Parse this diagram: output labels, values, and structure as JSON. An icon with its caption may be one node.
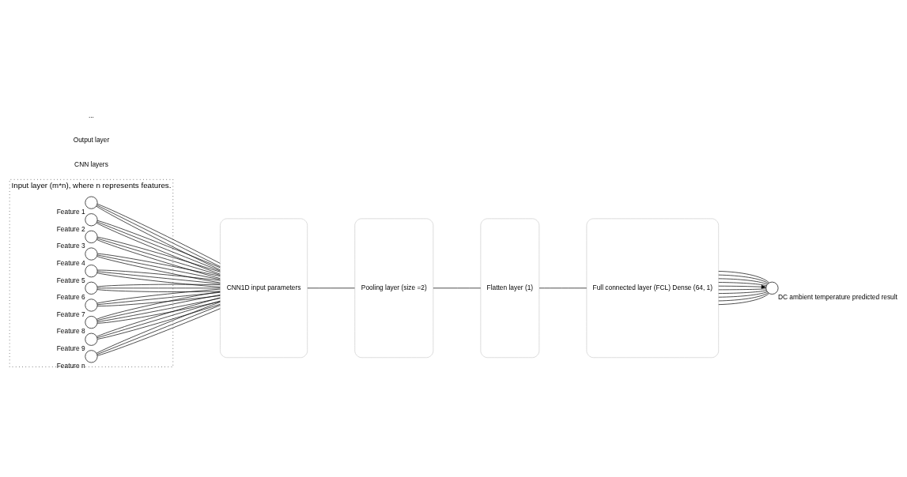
{
  "diagram": {
    "nodes": [
      {
        "text": [
          "Input layer (m*n), where n represents features."
        ]
      },
      {
        "text": [],
        "shape": "circle",
        "in": 0,
        "beside": [
          "Feature 1"
        ]
      },
      {
        "text": [],
        "shape": "circle",
        "in": 0,
        "beside": [
          "Feature 2"
        ]
      },
      {
        "text": [],
        "shape": "circle",
        "in": 0,
        "beside": [
          "Feature 3"
        ]
      },
      {
        "text": [],
        "shape": "circle",
        "in": 0,
        "beside": [
          "Feature 4"
        ]
      },
      {
        "text": [],
        "shape": "circle",
        "in": 0,
        "beside": [
          "Feature 5"
        ]
      },
      {
        "text": [],
        "shape": "circle",
        "in": 0,
        "beside": [
          "Feature 6"
        ]
      },
      {
        "text": [],
        "shape": "circle",
        "in": 0,
        "beside": [
          "Feature 7"
        ]
      },
      {
        "text": [],
        "shape": "circle",
        "in": 0,
        "beside": [
          "Feature 8"
        ]
      },
      {
        "text": [],
        "shape": "circle",
        "in": 0,
        "beside": [
          "Feature 9"
        ]
      },
      {
        "text": [],
        "shape": "circle",
        "in": 0,
        "beside": [
          "Feature n"
        ]
      },
      {
        "text": [
          "CNN1D input parameters"
        ]
      },
      {
        "text": [
          "Pooling layer (size =2)"
        ]
      },
      {
        "text": [
          "Flatten layer (1)"
        ]
      },
      {
        "text": [
          "Full connected layer (FCL) Dense (64, 1)"
        ]
      },
      {
        "text": [],
        "shape": "circle",
        "beside": [
          "DC ambient temperature predicted result"
        ]
      }
    ],
    "edges": [
      {
        "from": 1,
        "to": 11,
        "arrow": "none"
      },
      {
        "from": 1,
        "to": 11,
        "arrow": "none"
      },
      {
        "from": 1,
        "to": 11,
        "arrow": "none"
      },
      {
        "from": 2,
        "to": 11,
        "arrow": "none"
      },
      {
        "from": 2,
        "to": 11,
        "arrow": "none"
      },
      {
        "from": 2,
        "to": 11,
        "arrow": "none"
      },
      {
        "from": 3,
        "to": 11,
        "arrow": "none"
      },
      {
        "from": 3,
        "to": 11,
        "arrow": "none"
      },
      {
        "from": 3,
        "to": 11,
        "arrow": "none"
      },
      {
        "from": 4,
        "to": 11,
        "arrow": "none"
      },
      {
        "from": 4,
        "to": 11,
        "arrow": "none"
      },
      {
        "from": 4,
        "to": 11,
        "arrow": "none"
      },
      {
        "from": 5,
        "to": 11,
        "arrow": "none"
      },
      {
        "from": 5,
        "to": 11,
        "arrow": "none"
      },
      {
        "from": 5,
        "to": 11,
        "arrow": "none"
      },
      {
        "from": 6,
        "to": 11,
        "arrow": "none"
      },
      {
        "from": 6,
        "to": 11,
        "arrow": "none"
      },
      {
        "from": 6,
        "to": 11,
        "arrow": "none"
      },
      {
        "from": 7,
        "to": 11,
        "arrow": "none"
      },
      {
        "from": 7,
        "to": 11,
        "arrow": "none"
      },
      {
        "from": 7,
        "to": 11,
        "arrow": "none"
      },
      {
        "from": 8,
        "to": 11,
        "arrow": "none"
      },
      {
        "from": 8,
        "to": 11,
        "arrow": "none"
      },
      {
        "from": 8,
        "to": 11,
        "arrow": "none"
      },
      {
        "from": 8,
        "to": 11,
        "arrow": "none"
      },
      {
        "from": 9,
        "to": 11,
        "arrow": "none"
      },
      {
        "from": 9,
        "to": 11,
        "arrow": "none"
      },
      {
        "from": 9,
        "to": 11,
        "arrow": "none"
      },
      {
        "from": 10,
        "to": 11,
        "arrow": "none"
      },
      {
        "from": 10,
        "to": 11,
        "arrow": "none"
      },
      {
        "from": 10,
        "to": 11,
        "arrow": "none"
      },
      {
        "from": 11,
        "to": 12,
        "arrow": "none"
      },
      {
        "from": 12,
        "to": 13,
        "arrow": "none"
      },
      {
        "from": 13,
        "to": 14,
        "arrow": "none"
      },
      {
        "from": 14,
        "to": 15,
        "arrow": "none"
      },
      {
        "from": 14,
        "to": 15,
        "arrow": "none"
      },
      {
        "from": 14,
        "to": 15,
        "arrow": "none"
      },
      {
        "from": 14,
        "to": 15,
        "arrow": "none"
      },
      {
        "from": 14,
        "to": 15,
        "arrow": "none"
      },
      {
        "from": 14,
        "to": 15,
        "arrow": "to"
      },
      {
        "from": 14,
        "to": 15,
        "arrow": "none"
      },
      {
        "from": 14,
        "to": 15,
        "arrow": "none"
      },
      {
        "from": 14,
        "to": 15,
        "arrow": "none"
      },
      {
        "from": 14,
        "to": 15,
        "arrow": "none"
      }
    ],
    "labels": [
      "CNN layers",
      "Output layer",
      "..."
    ]
  }
}
